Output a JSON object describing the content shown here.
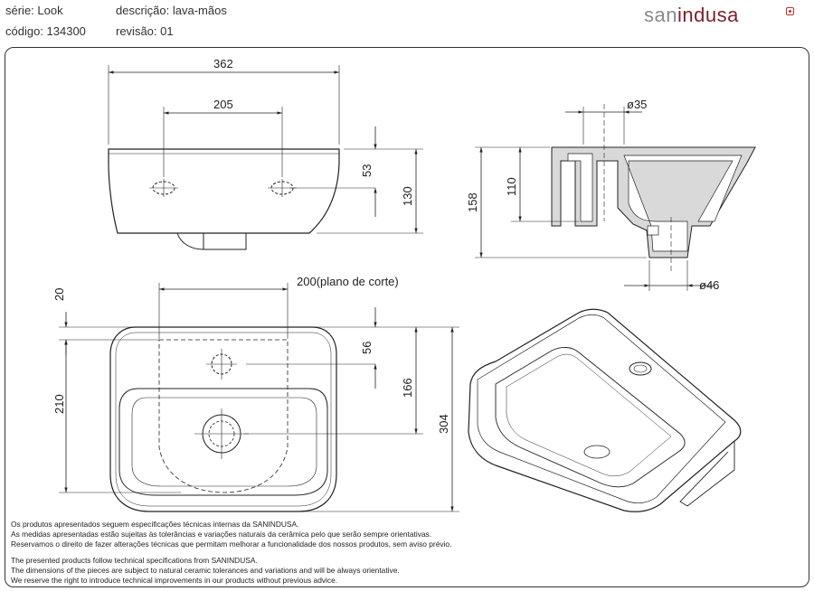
{
  "header": {
    "serie": "série: Look",
    "descricao": "descrição: lava-mãos",
    "codigo": "código: 134300",
    "revisao": "revisão: 01",
    "logo_san": "san",
    "logo_indusa": "indusa"
  },
  "dimensions": {
    "width_top": "362",
    "taps_spacing": "205",
    "height_53": "53",
    "height_130": "130",
    "height_158": "158",
    "height_110": "110",
    "dia_35": "ø35",
    "dia_46": "ø46",
    "cut_plane": "200(plano de corte)",
    "left_20": "20",
    "left_210": "210",
    "hole_56": "56",
    "depth_166": "166",
    "depth_304": "304"
  },
  "notes": {
    "pt_1": "Os produtos apresentados seguem especificações técnicas internas da SANINDUSA.",
    "pt_2": "As medidas apresentadas estão sujeitas às tolerâncias e variações naturais da cerâmica pelo que serão sempre orientativas.",
    "pt_3": "Reservamos o direito de fazer alterações técnicas que permitam melhorar a funcionalidade dos nossos produtos, sem aviso prévio.",
    "en_1": "The presented products follow technical specifications from SANINDUSA.",
    "en_2": "The dimensions of the pieces are subject to natural ceramic tolerances and variations and will be always orientative.",
    "en_3": "We reserve the right to introduce technical improvements in our products without previous advice."
  },
  "colors": {
    "line": "#222222",
    "section_fill": "#d9d9d9",
    "logo_grey": "#8a8a8a",
    "logo_red": "#7a1f2b"
  }
}
